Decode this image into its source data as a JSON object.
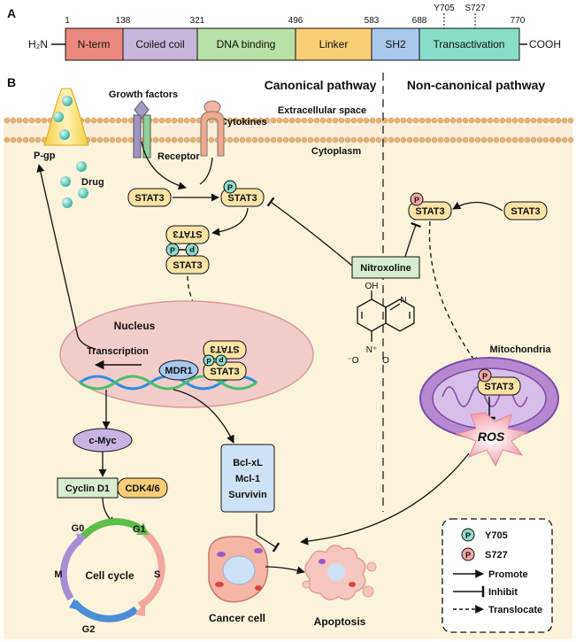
{
  "panel_a": {
    "label": "A",
    "n_end": "H₂N",
    "c_end": "COOH",
    "positions": [
      "1",
      "138",
      "321",
      "496",
      "583",
      "688",
      "770"
    ],
    "sites": [
      "Y705",
      "S727"
    ],
    "domains": [
      {
        "name": "N-term",
        "color": "#ea8a7f"
      },
      {
        "name": "Coiled coil",
        "color": "#c6b6d9"
      },
      {
        "name": "DNA binding",
        "color": "#b9e0a5"
      },
      {
        "name": "Linker",
        "color": "#f8cd75"
      },
      {
        "name": "SH2",
        "color": "#a9c8ee"
      },
      {
        "name": "Transactivation",
        "color": "#88ddc8"
      }
    ]
  },
  "panel_b": {
    "label": "B",
    "canonical_title": "Canonical pathway",
    "noncanonical_title": "Non-canonical pathway",
    "extracellular": "Extracellular space",
    "cytoplasm": "Cytoplasm",
    "growth_factors": "Growth factors",
    "cytokines": "Cytokines",
    "receptor": "Receptor",
    "pgp": "P-gp",
    "drug": "Drug",
    "stat3": "STAT3",
    "p": "P",
    "nitroxoline": "Nitroxoline",
    "oh": "OH",
    "n_atom": "N",
    "o_minus": "⁻O",
    "n_plus": "N⁺",
    "o_atom": "O",
    "nucleus": "Nucleus",
    "transcription": "Transcription",
    "mdr1": "MDR1",
    "mitochondria": "Mitochondria",
    "ros": "ROS",
    "cmyc": "c-Myc",
    "cyclin_d1": "Cyclin D1",
    "cdk46": "CDK4/6",
    "bcl_xl": "Bcl-xL",
    "mcl1": "Mcl-1",
    "survivin": "Survivin",
    "cell_cycle": "Cell cycle",
    "phases": [
      "G0",
      "G1",
      "S",
      "G2",
      "M"
    ],
    "cancer_cell": "Cancer cell",
    "apoptosis": "Apoptosis",
    "legend": {
      "y705": "Y705",
      "s727": "S727",
      "promote": "Promote",
      "inhibit": "Inhibit",
      "translocate": "Translocate"
    }
  },
  "colors": {
    "stat3_fill": "#fbe3a6",
    "p_teal": "#8fdccf",
    "p_pink": "#f4a6a6",
    "cytoplasm_bg": "#fcf3dc",
    "nucleus_fill": "#f3cccc",
    "mito_fill": "#b58ad3",
    "green_box": "#d7ecd0",
    "blue_box": "#cfe2f5",
    "purple_box": "#c8b4e2"
  }
}
